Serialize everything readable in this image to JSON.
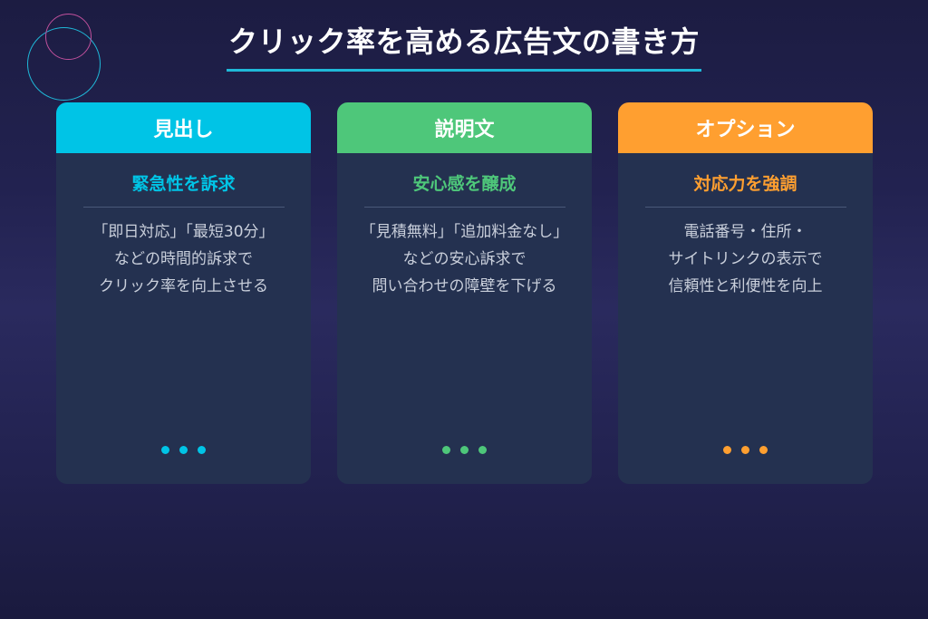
{
  "title": "クリック率を高める広告文の書き方",
  "colors": {
    "background": "#222250",
    "card_body": "#243150",
    "title_underline": "#1fb8d8",
    "deco_cyan": "#1fb8d8",
    "deco_pink": "#c0509c"
  },
  "cards": [
    {
      "header": "見出し",
      "accent": "#00c4e6",
      "subtitle": "緊急性を訴求",
      "lines": [
        "「即日対応」「最短30分」",
        "などの時間的訴求で",
        "クリック率を向上させる"
      ],
      "dots": 3
    },
    {
      "header": "説明文",
      "accent": "#4ec77a",
      "subtitle": "安心感を醸成",
      "lines": [
        "「見積無料」「追加料金なし」",
        "などの安心訴求で",
        "問い合わせの障壁を下げる"
      ],
      "dots": 3
    },
    {
      "header": "オプション",
      "accent": "#ff9f30",
      "subtitle": "対応力を強調",
      "lines": [
        "電話番号・住所・",
        "サイトリンクの表示で",
        "信頼性と利便性を向上"
      ],
      "dots": 3
    }
  ]
}
